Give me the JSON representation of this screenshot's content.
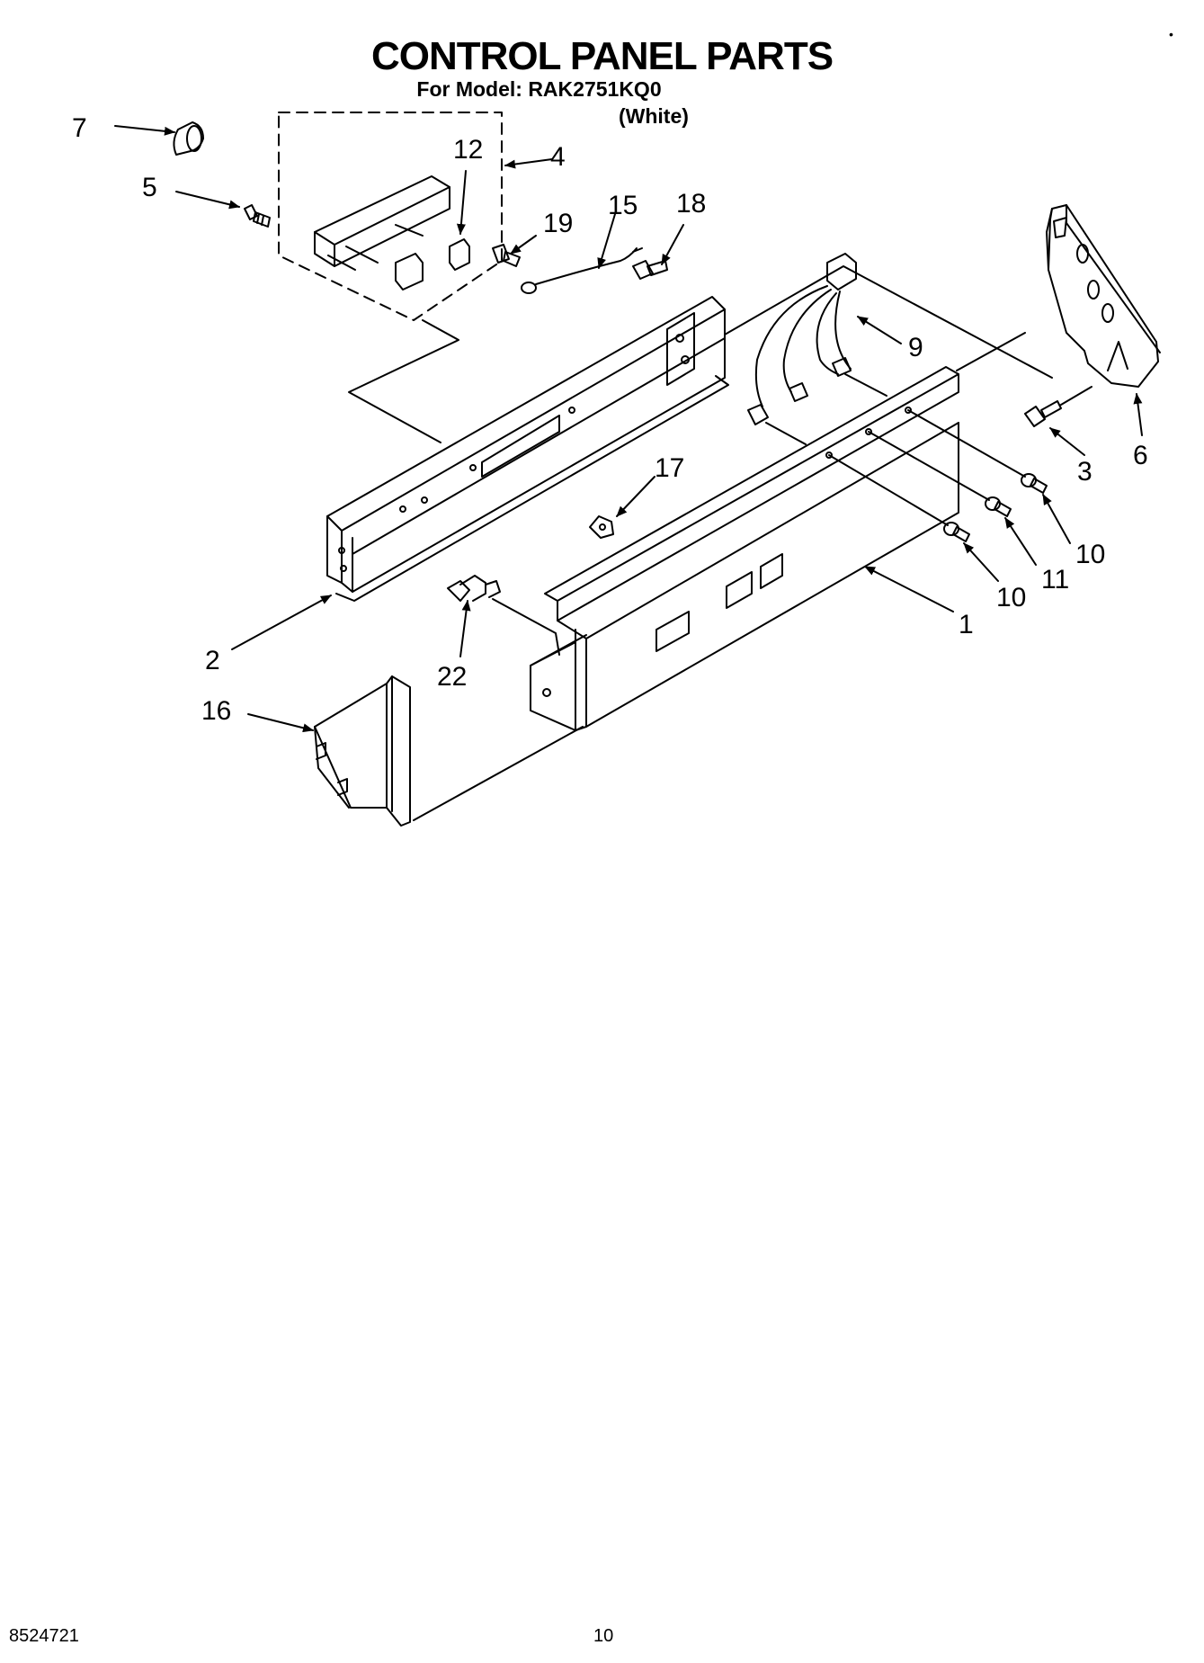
{
  "header": {
    "title": "CONTROL PANEL PARTS",
    "subtitle": "For Model: RAK2751KQ0",
    "color_note": "(White)",
    "corner_mark": "•"
  },
  "footer": {
    "doc_number": "8524721",
    "page_number": "10"
  },
  "callouts": [
    {
      "id": "c7",
      "label": "7"
    },
    {
      "id": "c5",
      "label": "5"
    },
    {
      "id": "c12",
      "label": "12"
    },
    {
      "id": "c4",
      "label": "4"
    },
    {
      "id": "c19",
      "label": "19"
    },
    {
      "id": "c15",
      "label": "15"
    },
    {
      "id": "c18",
      "label": "18"
    },
    {
      "id": "c9",
      "label": "9"
    },
    {
      "id": "c3",
      "label": "3"
    },
    {
      "id": "c6",
      "label": "6"
    },
    {
      "id": "c17",
      "label": "17"
    },
    {
      "id": "c10a",
      "label": "10"
    },
    {
      "id": "c11",
      "label": "11"
    },
    {
      "id": "c10b",
      "label": "10"
    },
    {
      "id": "c1",
      "label": "1"
    },
    {
      "id": "c2",
      "label": "2"
    },
    {
      "id": "c22",
      "label": "22"
    },
    {
      "id": "c16",
      "label": "16"
    }
  ],
  "colors": {
    "ink": "#000000",
    "paper": "#ffffff"
  }
}
